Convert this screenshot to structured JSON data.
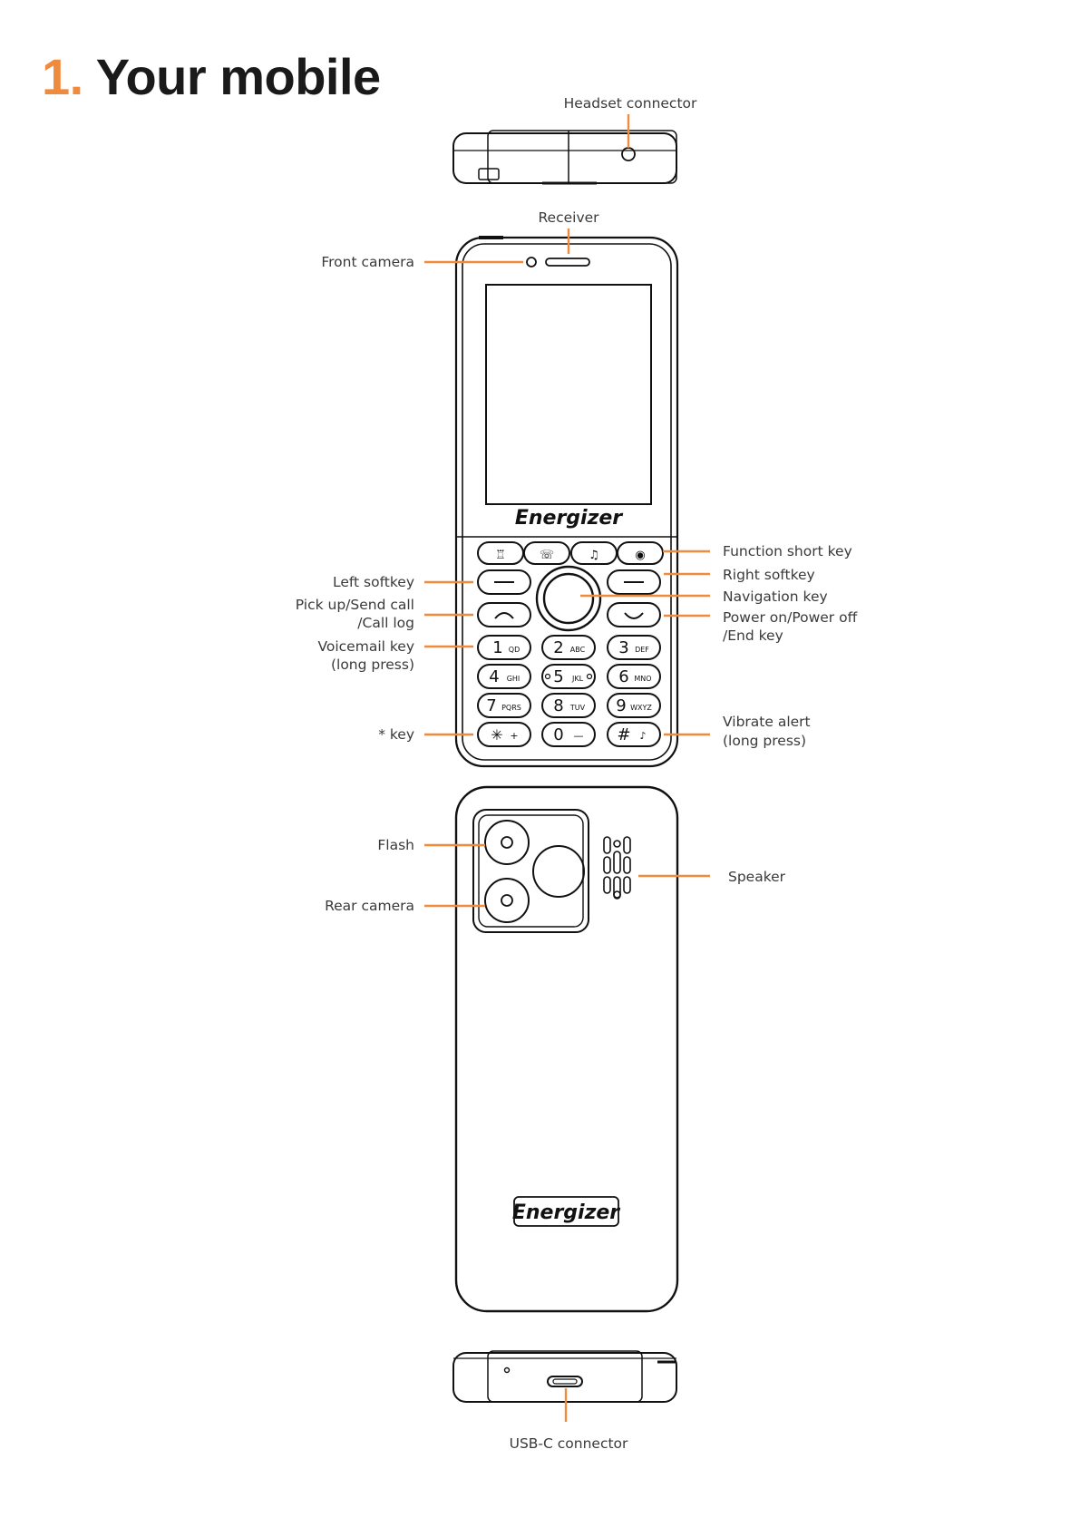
{
  "section": {
    "number": "1.",
    "title": "Your mobile"
  },
  "brand": "Energizer",
  "labels": {
    "headset_connector": "Headset connector",
    "receiver": "Receiver",
    "front_camera": "Front camera",
    "function_short_key": "Function short key",
    "left_softkey": "Left softkey",
    "right_softkey": "Right softkey",
    "navigation_key": "Navigation key",
    "pick_up_line1": "Pick up/Send call",
    "pick_up_line2": "/Call log",
    "power_line1": "Power on/Power off",
    "power_line2": "/End key",
    "voicemail_line1": "Voicemail key",
    "voicemail_line2": "(long press)",
    "star_key": "* key",
    "vibrate_line1": "Vibrate alert",
    "vibrate_line2": "(long press)",
    "flash": "Flash",
    "rear_camera": "Rear camera",
    "speaker": "Speaker",
    "usb_c": "USB-C connector"
  },
  "keypad": [
    {
      "digit": "1",
      "letters": "QD"
    },
    {
      "digit": "2",
      "letters": "ABC"
    },
    {
      "digit": "3",
      "letters": "DEF"
    },
    {
      "digit": "4",
      "letters": "GHI"
    },
    {
      "digit": "5",
      "letters": "JKL"
    },
    {
      "digit": "6",
      "letters": "MNO"
    },
    {
      "digit": "7",
      "letters": "PQRS"
    },
    {
      "digit": "8",
      "letters": "TUV"
    },
    {
      "digit": "9",
      "letters": "WXYZ"
    },
    {
      "digit": "✳",
      "letters": "+"
    },
    {
      "digit": "0",
      "letters": "—"
    },
    {
      "digit": "#",
      "letters": "♪"
    }
  ],
  "colors": {
    "accent": "#f08a3c",
    "line_art": "#111111",
    "label_text": "#3a3a3a"
  }
}
